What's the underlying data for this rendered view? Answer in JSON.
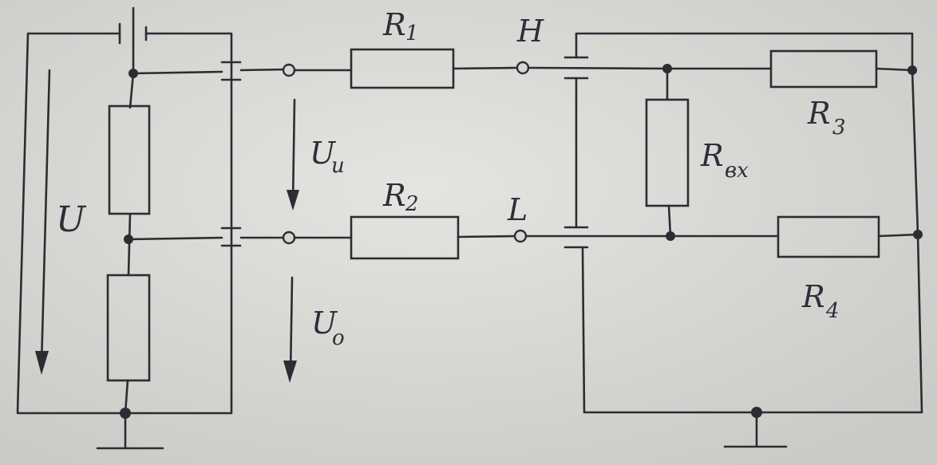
{
  "labels": {
    "r1_main": "R",
    "r1_sub": "1",
    "r2_main": "R",
    "r2_sub": "2",
    "r3_main": "R",
    "r3_sub": "3",
    "r4_main": "R",
    "r4_sub": "4",
    "rin_main": "R",
    "rin_sub": "вх",
    "node_h": "H",
    "node_l": "L",
    "u_main": "U",
    "ui_main": "U",
    "ui_sub": "и",
    "uo_main": "U",
    "uo_sub": "o"
  },
  "colors": {
    "paper": "#d9d9d6",
    "ink": "#2b2d33"
  }
}
